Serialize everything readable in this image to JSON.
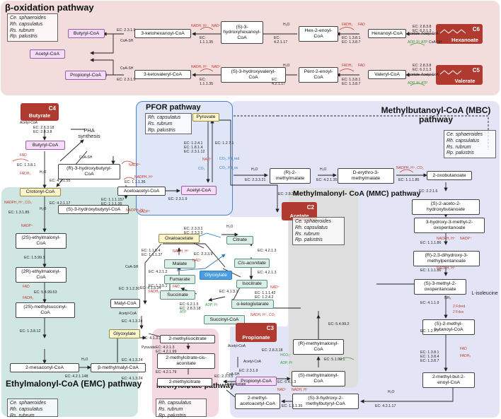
{
  "colors": {
    "beta_bg": "#f2dcdc",
    "pfor_bg": "#dfe6f8",
    "mbc_bg": "#e3e5f7",
    "emc_bg": "#cfe6e2",
    "mmc_bg": "#dedede",
    "methylcitrate_bg": "#f4d9e1",
    "acid_cap": "#b03a30",
    "acyl_pink": "#f3dcf6",
    "yellow": "#fcf5cf",
    "glyoxylate_blue": "#4a9ee0"
  },
  "regions": {
    "beta": {
      "title": "β-oxidation pathway",
      "organisms": "Ce. sphaeroides\nRh. capsulatus\nRs. rubrum\nRp. palustris"
    },
    "pfor": {
      "title": "PFOR pathway",
      "organisms": "Rh. capsulatus\nRs. rubrum\nRp. palustris"
    },
    "mbc": {
      "title": "Methylbutanoyl-CoA (MBC)\npathway",
      "organisms": "Ce. sphaeroides\nRh. capsulatus\nRs. rubrum\nRp. palustris"
    },
    "emc": {
      "title": "Ethylmalonyl-CoA (EMC)\npathway",
      "organisms": "Ce. sphaeroides\nRh. capsulatus\nRs. rubrum"
    },
    "mmc": {
      "title": "Methylmalonyl-\nCoA (MMC)\npathway",
      "organisms": "Ce. sphaeroides\nRh. capsulatus\nRs. rubrum\nRp. palustris"
    },
    "methylcitrate": {
      "title": "Methylcitrate\npathway",
      "organisms": "Rh. capsulatus\nRs. rubrum\nRp. palustris"
    }
  },
  "caps": {
    "hexanoate": "Hexanoate",
    "hexanoate_sub": "C6",
    "valerate": "Valerate",
    "valerate_sub": "C5",
    "butyrate": "Butyrate",
    "butyrate_sub": "C4",
    "acetate": "Acetate",
    "acetate_sub": "C2",
    "propionate": "Propionate",
    "propionate_sub": "C3"
  },
  "metabolites": {
    "butyrylcoa_top": "Butyryl-CoA",
    "acetylcoa_top": "Acetyl-CoA",
    "propionylcoa_top": "Propionyl-CoA",
    "ketohexanoyl": "3-ketohexanoyl-CoA",
    "hydroxyhexanoyl": "(S)-3-\nhydroxyhexanoyl-\nCoA",
    "hexenoyl": "Hex-2-enoyl-\nCoA",
    "hexanoylcoa": "Hexanoyl-CoA",
    "ketovaleryl": "3-ketovaleryl-CoA",
    "hydroxyvaleryl": "(S)-3-hydroxyvaleryl-\nCoA",
    "pentenoyl": "Pent-2-enoyl-\nCoA",
    "valerylcoa": "Valeryl-CoA",
    "butyrylcoa": "Butyryl-CoA",
    "pha": "PHA\nsynthesis",
    "r3hb": "(R)-3-hydroxybutyryl-\nCoA",
    "crotonyl": "Crotonyl-CoA",
    "acetoacetyl": "Acetoacetyl-CoA",
    "acetylcoa": "Acetyl-CoA",
    "s3hb": "(S)-3-hydroxybutyryl-CoA",
    "pyruvate": "Pyruvate",
    "r2mm": "(R)-2-\nmethylmalate",
    "derythro": "D-erythro-3-\nmethylmalate",
    "oxobutanoate": "2-oxobutanoate",
    "ethylmalonyl": "(2S)-ethylmalonyl-\nCoA",
    "methylsuccinyl_r": "(2R)-ethylmalonyl-\nCoA",
    "methylsuccinyl": "(2S)-methylsuccinyl-\nCoA",
    "mesaconyl": "2-mesaconyl-CoA",
    "bmethylmalyl": "β-methylmalyl-CoA",
    "oxaloacetate": "Oxaloacetate",
    "citrate": "Citrate",
    "malate": "Malate",
    "glyoxylate_c": "Glyoxylate",
    "cisaconitate": "Cis-aconitate",
    "fumarate": "Fumarate",
    "isocitrate": "Isocitrate",
    "succinate": "Succinate",
    "akg": "α-ketoglutarate",
    "succinylcoa": "Succinyl-CoA",
    "malylcoa": "Malyl-CoA",
    "glyoxylate": "Glyoxylate",
    "methylisocitrate": "2-methylisocitrate",
    "methylcisaconitate": "2-methylcitrate-cis-\naconitate",
    "methylcitrate": "2-methylcitrate",
    "rmethylmalonyl": "(R)-methylmalonyl-\nCoA",
    "smethylmalonyl": "(S)-methylmalonyl-\nCoA",
    "propionylcoa": "Propionyl-CoA",
    "acetohydroxybut": "(S)-2-aceto-2-\nhydroxybutanoate",
    "hydroxymethyloxo": "3-hydroxy-3-methyl-2-\noxopentanoate",
    "dihydroxy": "(R)-2,3-dihydroxy-3-\nmethylpentanoate",
    "s3methyl": "(S)-3-methyl-2-\noxopentanoate",
    "isoleucine": "L-isoleucine",
    "s2methylbutanoyl": "(S)-2-methyl-\nbutanoyl-CoA",
    "methylbutenoyl": "2-methyl-but-2-\nenoyl-CoA",
    "s3hydroxy2methyl": "(S)-3-hydroxy-2-\nmethylbutyryl-CoA",
    "methylacetoacetyl": "2-methyl-\nacetoacetyl-CoA"
  },
  "enzymes": {
    "b1": "EC: 2.3.1.9",
    "b2": "EC:\n1.1.1.35",
    "b3": "EC:\n4.2.1.17",
    "b4": "EC: 1.3.8.1\nEC: 1.3.8.7",
    "b5": "EC: 2.8.3.8\nEC: 6.2.1.3",
    "b6": "EC: 2.3.1.9",
    "b7": "EC:\n1.1.1.35",
    "b8": "EC:\n4.2.1.17",
    "b9": "EC: 1.3.8.1\nEC: 1.3.8.7",
    "b10": "EC: 2.8.3.8\nEC: 6.2.1.3",
    "e1": "EC: 2.8.3.18\nEC: 2.8.3.8",
    "e2": "EC: 1.3.8.1",
    "e3": "EC: 4.2.1.55",
    "e4": "EC: 1.1.1.36",
    "e5": "EC: 4.2.1.17",
    "e6": "EC: 1.1.1.157\nEC: 1.1.1.35",
    "e7": "EC: 2.3.1.9",
    "e8": "EC: 1.3.1.85",
    "e9": "EC: 1.5.99.1",
    "e10": "EC: 5.4.99.63",
    "e11": "EC: 1.3.8.12",
    "e12": "EC: 4.2.1.148",
    "e13": "EC: 4.1.3.24",
    "e14": "EC: 4.1.3.24",
    "p1": "EC: 1.2.4.1\nEC: 1.8.1.4\nEC: 2.3.1.12",
    "p2": "EC: 1.2.7.1",
    "p3": "EC: 2.3.1.9",
    "p4": "EC: 2.3.3.21",
    "p5": "EC: 4.2.1.35",
    "p6": "EC: 1.1.1.85",
    "p7": "EC: 2.8.3.18",
    "t1": "EC: 2.3.3.1\nEC: 2.3.3.3",
    "t2": "EC: 1.1.5.4\nEC: 1.1.1.37",
    "t3": "EC: 2.3.3.9",
    "t4": "EC: 4.2.1.3",
    "t5": "EC: 4.2.1.3",
    "t6": "EC: 4.2.1.2",
    "t7": "EC: 1.3.5.1",
    "t8": "EC: 4.1.3.1",
    "t9": "EC: 1.1.1.42\nEC: 1.2.4.2",
    "t10": "EC: 6.2.1.5\nEC: 2.8.3.18",
    "t11": "EC: 3.1.2.30",
    "t12": "EC: 4.1.3.34",
    "t13": "EC: 4.1.3.24",
    "t14": "EC: 4.1.3.30",
    "m1": "EC: 4.2.1.3\nEC: 4.2.1.99",
    "m2": "EC: 4.2.1.79",
    "m3": "EC: 2.3.3.5",
    "m4": "EC: 2.8.3.18",
    "m5": "EC: 6.4.1.3",
    "m6": "EC: 5.1.99.1",
    "m7": "EC: 5.4.99.2",
    "c1": "EC: 2.2.1.6",
    "c2": "EC: 1.1.1.86",
    "c3": "EC: 1.1.1.86",
    "c4": "EC: 4.1.1.9",
    "c5": "EC: 1.2.7.7",
    "c6": "EC: 1.3.8.1\nEC: 1.3.8.4\nEC: 1.3.8.7",
    "c7": "EC: 4.2.1.17",
    "c8": "EC: 1.1.1.35",
    "c9": "EC: 2.3.1.9"
  },
  "cofactors": {
    "coash": "CoA-SH",
    "nadh": "NADH, H⁺",
    "nad": "NAD⁺",
    "h2o": "H₂O",
    "fadh2": "FADH₂",
    "fad": "FAD",
    "acetate": "Acetate",
    "acetylcoa": "Acetyl-CoA",
    "atp": "ATP",
    "adppi": "ADP, Pi",
    "nadph": "NADPH, H⁺",
    "nadp": "NADP⁺",
    "co2": "CO₂",
    "fdox": "2 Fdox",
    "fdred": "2 Fdred",
    "nadph_co2": "NADPH, H⁺, CO₂",
    "nh3": "NH₃",
    "hco3": "HCO₃⁻",
    "pyruvate": "Pyruvate",
    "oxaloacetate": "Oxaloacetate",
    "co2fd": "CO₂, Fd_red",
    "co2fd2": "CO₂, Fd_ox",
    "nadh_co2": "NADH, H⁺, CO₂"
  }
}
